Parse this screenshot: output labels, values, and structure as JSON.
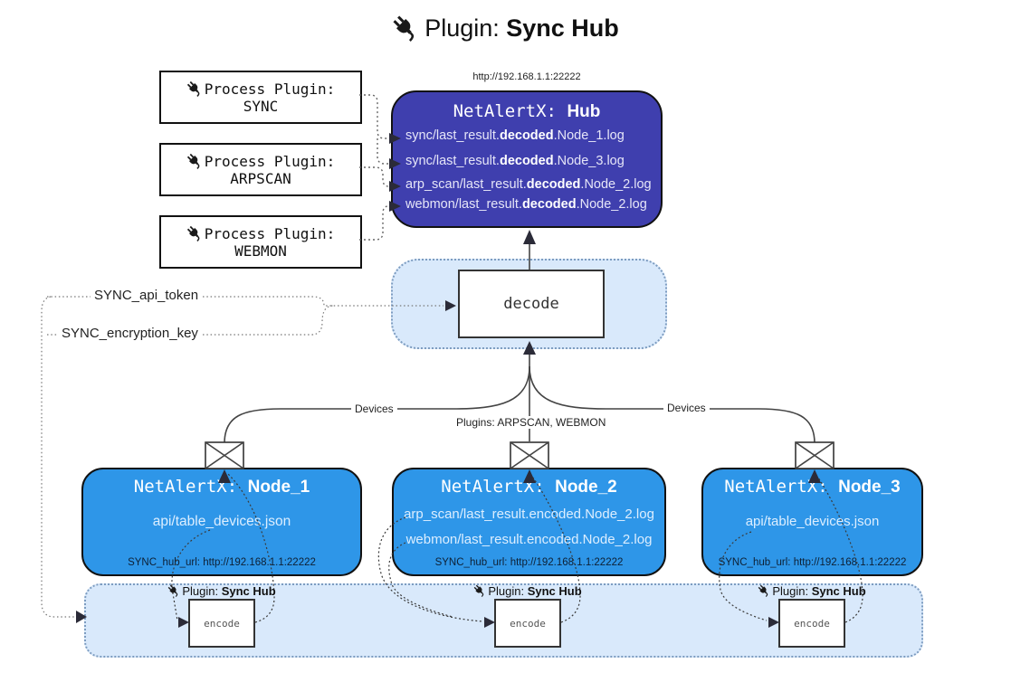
{
  "title": {
    "prefix": "Plugin: ",
    "name": "Sync Hub"
  },
  "icons": {
    "plug": "plug-icon",
    "envelope": "envelope-icon"
  },
  "colors": {
    "hub_fill": "#3f3fae",
    "node_fill": "#2e96e8",
    "band_fill": "#d9e9fb",
    "band_border": "#7d9cc0",
    "hub_text": "#e6e6f8",
    "node_text": "#dceeff"
  },
  "plugins": [
    {
      "label": "Process Plugin:",
      "name": "SYNC"
    },
    {
      "label": "Process Plugin:",
      "name": "ARPSCAN"
    },
    {
      "label": "Process Plugin:",
      "name": "WEBMON"
    }
  ],
  "hub": {
    "url": "http://192.168.1.1:22222",
    "title_prefix": "NetAlertX: ",
    "title_name": "Hub",
    "logs": [
      {
        "pre": "sync/last_result.",
        "bold": "decoded",
        "post": ".Node_1.log"
      },
      {
        "pre": "sync/last_result.",
        "bold": "decoded",
        "post": ".Node_3.log"
      },
      {
        "pre": "arp_scan/last_result.",
        "bold": "decoded",
        "post": ".Node_2.log"
      },
      {
        "pre": "webmon/last_result.",
        "bold": "decoded",
        "post": ".Node_2.log"
      }
    ]
  },
  "decode": {
    "label": "decode"
  },
  "settings": {
    "api_token": "SYNC_api_token",
    "encryption_key": "SYNC_encryption_key"
  },
  "edges": {
    "left": "Devices",
    "middle": "Plugins: ARPSCAN, WEBMON",
    "right": "Devices"
  },
  "nodes": [
    {
      "title_prefix": "NetAlertX: ",
      "title_name": "Node_1",
      "files": [
        "api/table_devices.json"
      ],
      "hub_url": "SYNC_hub_url: http://192.168.1.1:22222"
    },
    {
      "title_prefix": "NetAlertX: ",
      "title_name": "Node_2",
      "files": [
        "arp_scan/last_result.encoded.Node_2.log",
        "webmon/last_result.encoded.Node_2.log"
      ],
      "hub_url": "SYNC_hub_url: http://192.168.1.1:22222"
    },
    {
      "title_prefix": "NetAlertX: ",
      "title_name": "Node_3",
      "files": [
        "api/table_devices.json"
      ],
      "hub_url": "SYNC_hub_url: http://192.168.1.1:22222"
    }
  ],
  "bottom": {
    "plugin_prefix": "Plugin: ",
    "plugin_name": "Sync Hub",
    "encode": "encode"
  }
}
